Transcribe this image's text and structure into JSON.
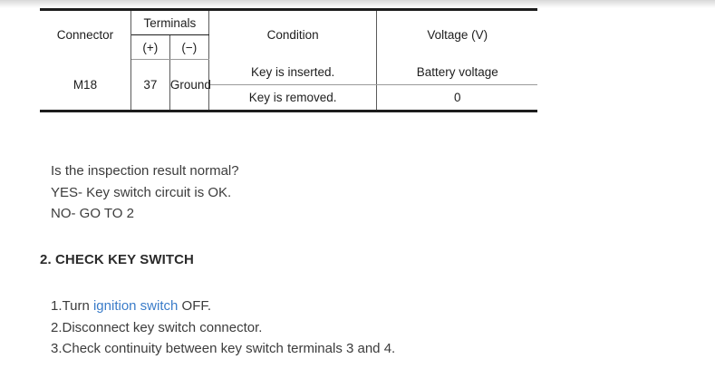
{
  "table": {
    "headers": {
      "connector": "Connector",
      "terminals_group": "Terminals",
      "terminal_plus": "(+)",
      "terminal_minus": "(−)",
      "condition": "Condition",
      "voltage": "Voltage (V)"
    },
    "rows": [
      {
        "connector": "M18",
        "plus": "37",
        "minus": "Ground",
        "conditions": [
          {
            "condition": "Key is inserted.",
            "voltage": "Battery voltage"
          },
          {
            "condition": "Key is removed.",
            "voltage": "0"
          }
        ]
      }
    ]
  },
  "question_block": {
    "line1": "Is the inspection result normal?",
    "line2": "YES- Key switch circuit is OK.",
    "line3": "NO- GO TO 2"
  },
  "section": {
    "heading": "2. CHECK KEY SWITCH"
  },
  "steps": [
    {
      "number": "1.",
      "text_before": "Turn ",
      "link": "ignition switch",
      "text_after": " OFF."
    },
    {
      "number": "2.",
      "text_before": "Disconnect key switch connector.",
      "link": "",
      "text_after": ""
    },
    {
      "number": "3.",
      "text_before": "Check continuity between key switch terminals 3 and 4.",
      "link": "",
      "text_after": ""
    }
  ],
  "colors": {
    "link": "#3a7cc9",
    "body_text": "#3c3c3c",
    "table_text": "#1d1d1d",
    "rule_thick": "#1d1d1d",
    "rule_light": "#9a9a9a"
  }
}
